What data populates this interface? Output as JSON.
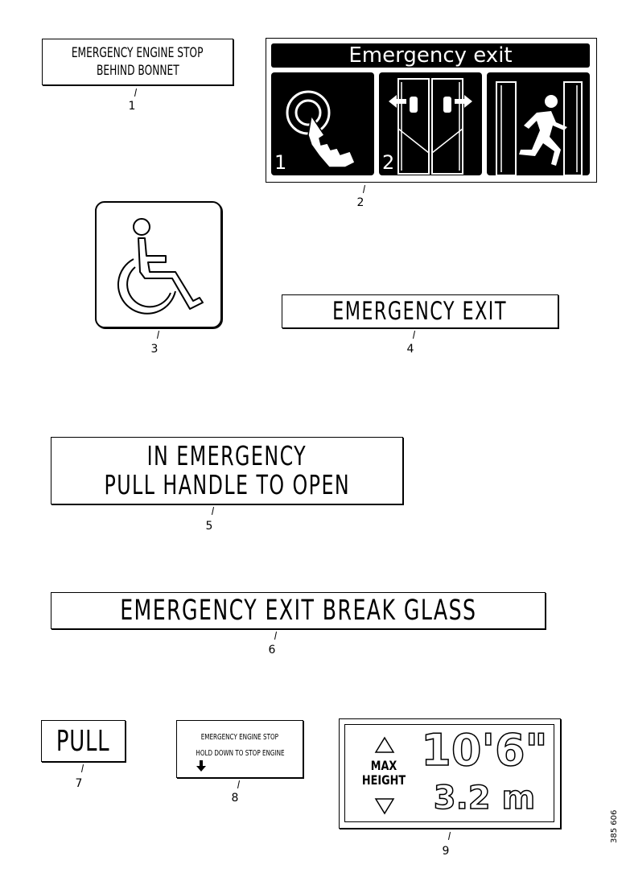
{
  "signs": {
    "s1": {
      "line1": "EMERGENCY ENGINE STOP",
      "line2": "BEHIND BONNET",
      "number": "1"
    },
    "s2": {
      "title": "Emergency exit",
      "step1": "1",
      "step2": "2",
      "number": "2"
    },
    "s3": {
      "icon": "wheelchair-icon",
      "number": "3"
    },
    "s4": {
      "text": "EMERGENCY EXIT",
      "number": "4"
    },
    "s5": {
      "line1": "IN EMERGENCY",
      "line2": "PULL HANDLE TO OPEN",
      "number": "5"
    },
    "s6": {
      "text": "EMERGENCY EXIT BREAK GLASS",
      "number": "6"
    },
    "s7": {
      "text": "PULL",
      "number": "7"
    },
    "s8": {
      "line1": "EMERGENCY ENGINE STOP",
      "line2": "HOLD DOWN TO STOP ENGINE",
      "number": "8"
    },
    "s9": {
      "label1": "MAX",
      "label2": "HEIGHT",
      "imperial": "10'6\"",
      "metric": "3.2 m",
      "number": "9"
    }
  },
  "reference_code": "385 606",
  "colors": {
    "ink": "#000000",
    "paper": "#ffffff"
  }
}
